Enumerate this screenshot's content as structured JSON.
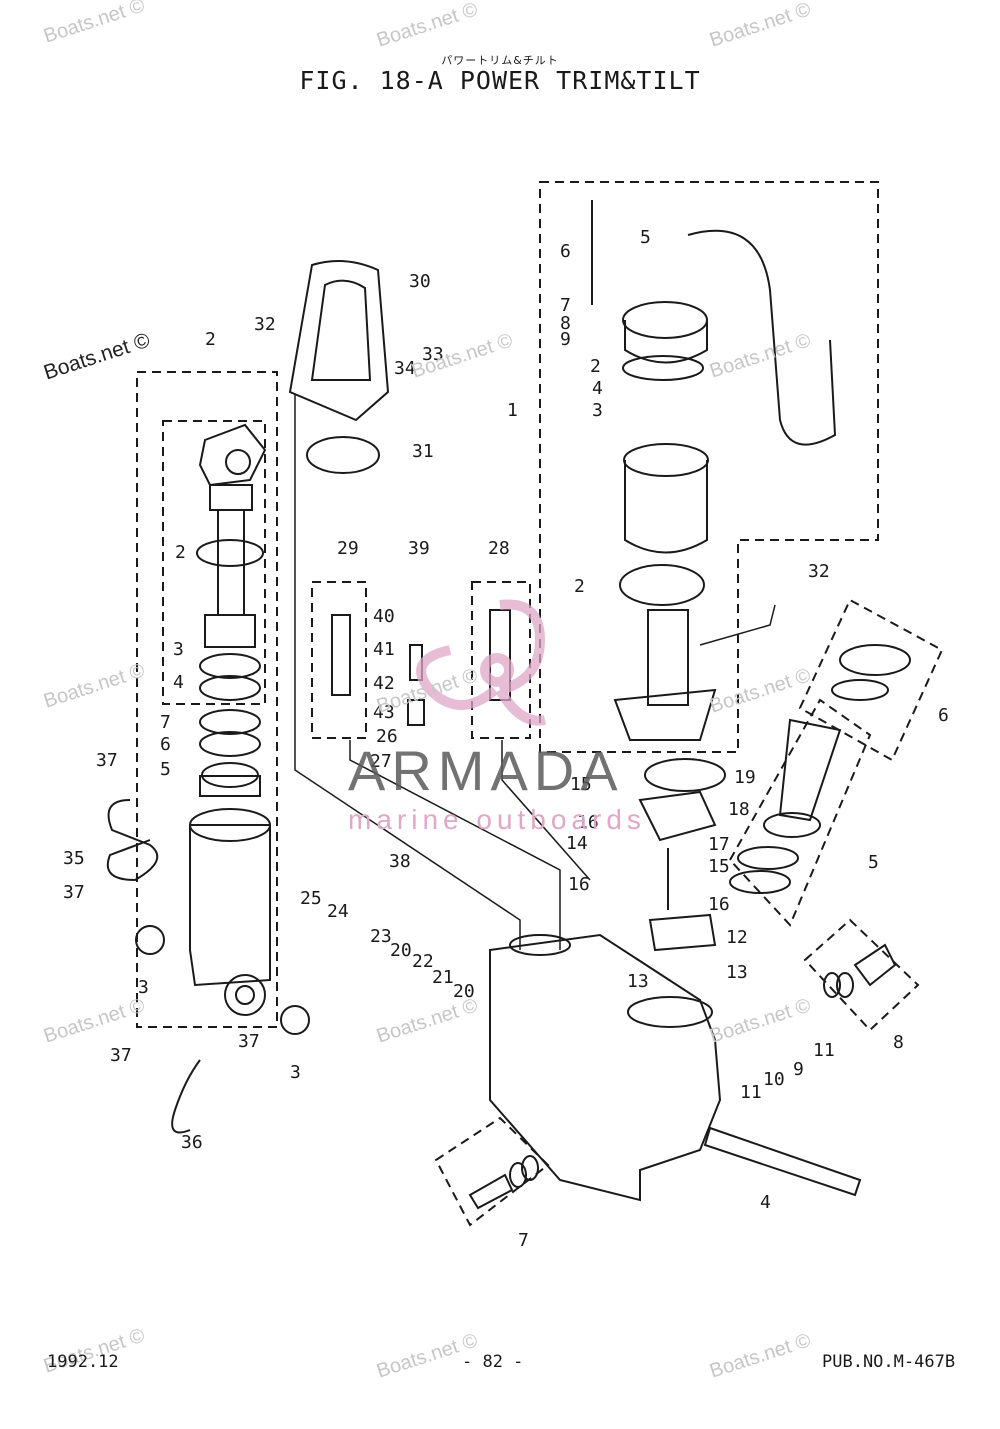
{
  "header": {
    "subtitle": "パワートリム&チルト",
    "title": "FIG. 18-A POWER TRIM&TILT"
  },
  "footer": {
    "date": "1992.12",
    "page": "- 82 -",
    "pub": "PUB.NO.M-467B"
  },
  "watermarks": {
    "site": "Boats.net ©",
    "brand": "ARMADA",
    "brand_sub": "marine outboards"
  },
  "colors": {
    "line": "#1a1a1a",
    "watermark": "#c6c6c6",
    "brand_pink": "#e0a8c8"
  },
  "callouts": [
    "1",
    "2",
    "3",
    "4",
    "5",
    "6",
    "7",
    "8",
    "9",
    "10",
    "11",
    "12",
    "13",
    "14",
    "15",
    "16",
    "17",
    "18",
    "19",
    "20",
    "21",
    "22",
    "23",
    "24",
    "25",
    "26",
    "27",
    "28",
    "29",
    "30",
    "31",
    "32",
    "33",
    "34",
    "35",
    "36",
    "37",
    "38",
    "39",
    "40",
    "41",
    "42",
    "43"
  ]
}
